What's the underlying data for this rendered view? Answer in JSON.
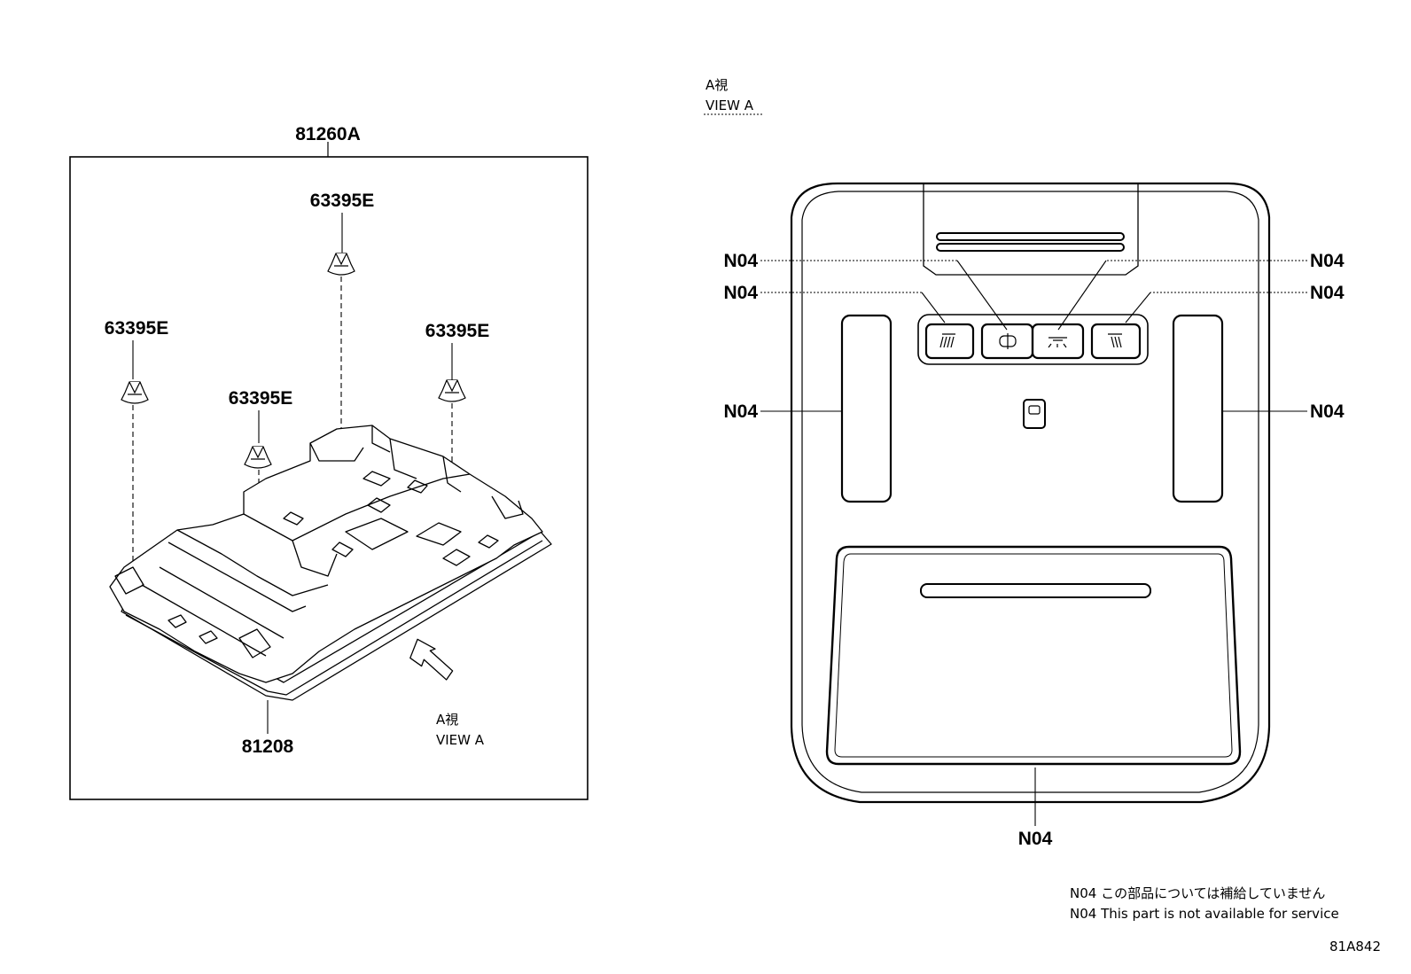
{
  "left_panel": {
    "assembly_callout": "81260A",
    "clip_callouts": [
      "63395E",
      "63395E",
      "63395E",
      "63395E"
    ],
    "base_callout": "81208",
    "view_arrow": {
      "line1": "A視",
      "line2": "VIEW A"
    }
  },
  "right_panel": {
    "view_title": {
      "line1": "A視",
      "line2": "VIEW A"
    },
    "callouts": [
      "N04",
      "N04",
      "N04",
      "N04",
      "N04",
      "N04",
      "N04"
    ]
  },
  "notes": {
    "ja": "N04 この部品については補給していません",
    "en": "N04 This part is not available for service"
  },
  "drawing_number": "81A842"
}
